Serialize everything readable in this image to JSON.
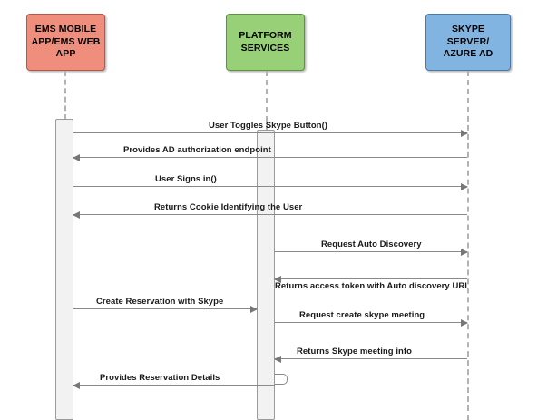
{
  "diagram": {
    "type": "sequence-diagram",
    "background": "#ffffff",
    "participants": [
      {
        "id": "ems",
        "label": "EMS MOBILE\nAPP/EMS WEB\nAPP",
        "color": "#f08e7d",
        "border": "#b05a4c"
      },
      {
        "id": "platform",
        "label": "PLATFORM\nSERVICES",
        "color": "#97d077",
        "border": "#5e9142"
      },
      {
        "id": "skype",
        "label": "SKYPE SERVER/\nAZURE AD",
        "color": "#81b4e0",
        "border": "#4a7aa8"
      }
    ],
    "messages": [
      {
        "label": "User Toggles Skype Button()",
        "from": "ems",
        "to": "skype",
        "direction": "right",
        "label_position": "above"
      },
      {
        "label": "Provides AD authorization endpoint",
        "from": "skype",
        "to": "ems",
        "direction": "left",
        "label_position": "above"
      },
      {
        "label": "User Signs in()",
        "from": "ems",
        "to": "skype",
        "direction": "right",
        "label_position": "above"
      },
      {
        "label": "Returns Cookie Identifying the User",
        "from": "skype",
        "to": "ems",
        "direction": "left",
        "label_position": "above"
      },
      {
        "label": "Request Auto Discovery",
        "from": "platform",
        "to": "skype",
        "direction": "right",
        "label_position": "above"
      },
      {
        "label": "Returns access token with Auto discovery URL",
        "from": "skype",
        "to": "platform",
        "direction": "left",
        "label_position": "below"
      },
      {
        "label": "Create Reservation with Skype",
        "from": "ems",
        "to": "platform",
        "direction": "right",
        "label_position": "above"
      },
      {
        "label": "Request create skype meeting",
        "from": "platform",
        "to": "skype",
        "direction": "right",
        "label_position": "above"
      },
      {
        "label": "Returns Skype meeting info",
        "from": "skype",
        "to": "platform",
        "direction": "left",
        "label_position": "above"
      },
      {
        "label": "Provides Reservation Details",
        "from": "platform",
        "to": "ems",
        "direction": "left",
        "label_position": "above"
      }
    ],
    "self_message": {
      "on": "platform",
      "label": ""
    }
  }
}
